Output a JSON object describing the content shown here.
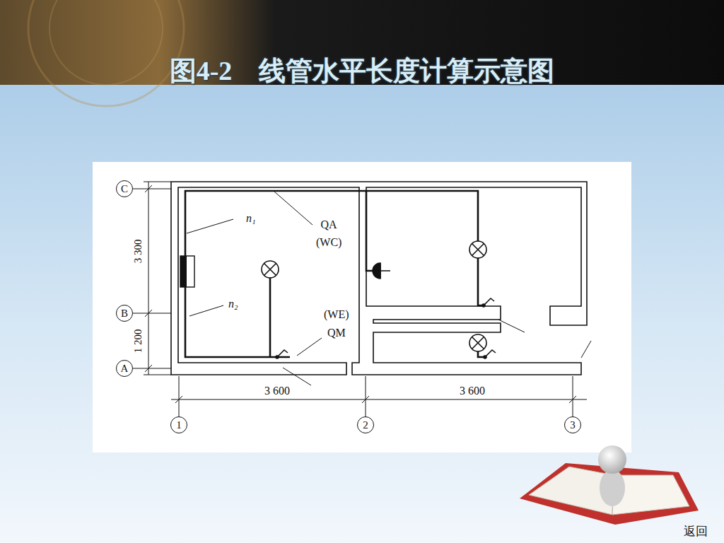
{
  "diagram": {
    "title": "图4-2　线管水平长度计算示意图",
    "nodes": [
      {
        "text": [
          "C"
        ]
      },
      {
        "text": [
          "B"
        ]
      },
      {
        "text": [
          "A"
        ]
      },
      {
        "text": [
          "1"
        ]
      },
      {
        "text": [
          "2"
        ]
      },
      {
        "text": [
          "3"
        ]
      }
    ],
    "labels": [
      "3 300",
      "1 200",
      "3 600",
      "3 600",
      "n₁",
      "n₂",
      "QA",
      "(WC)",
      "(WE)",
      "QM",
      "返回"
    ]
  }
}
